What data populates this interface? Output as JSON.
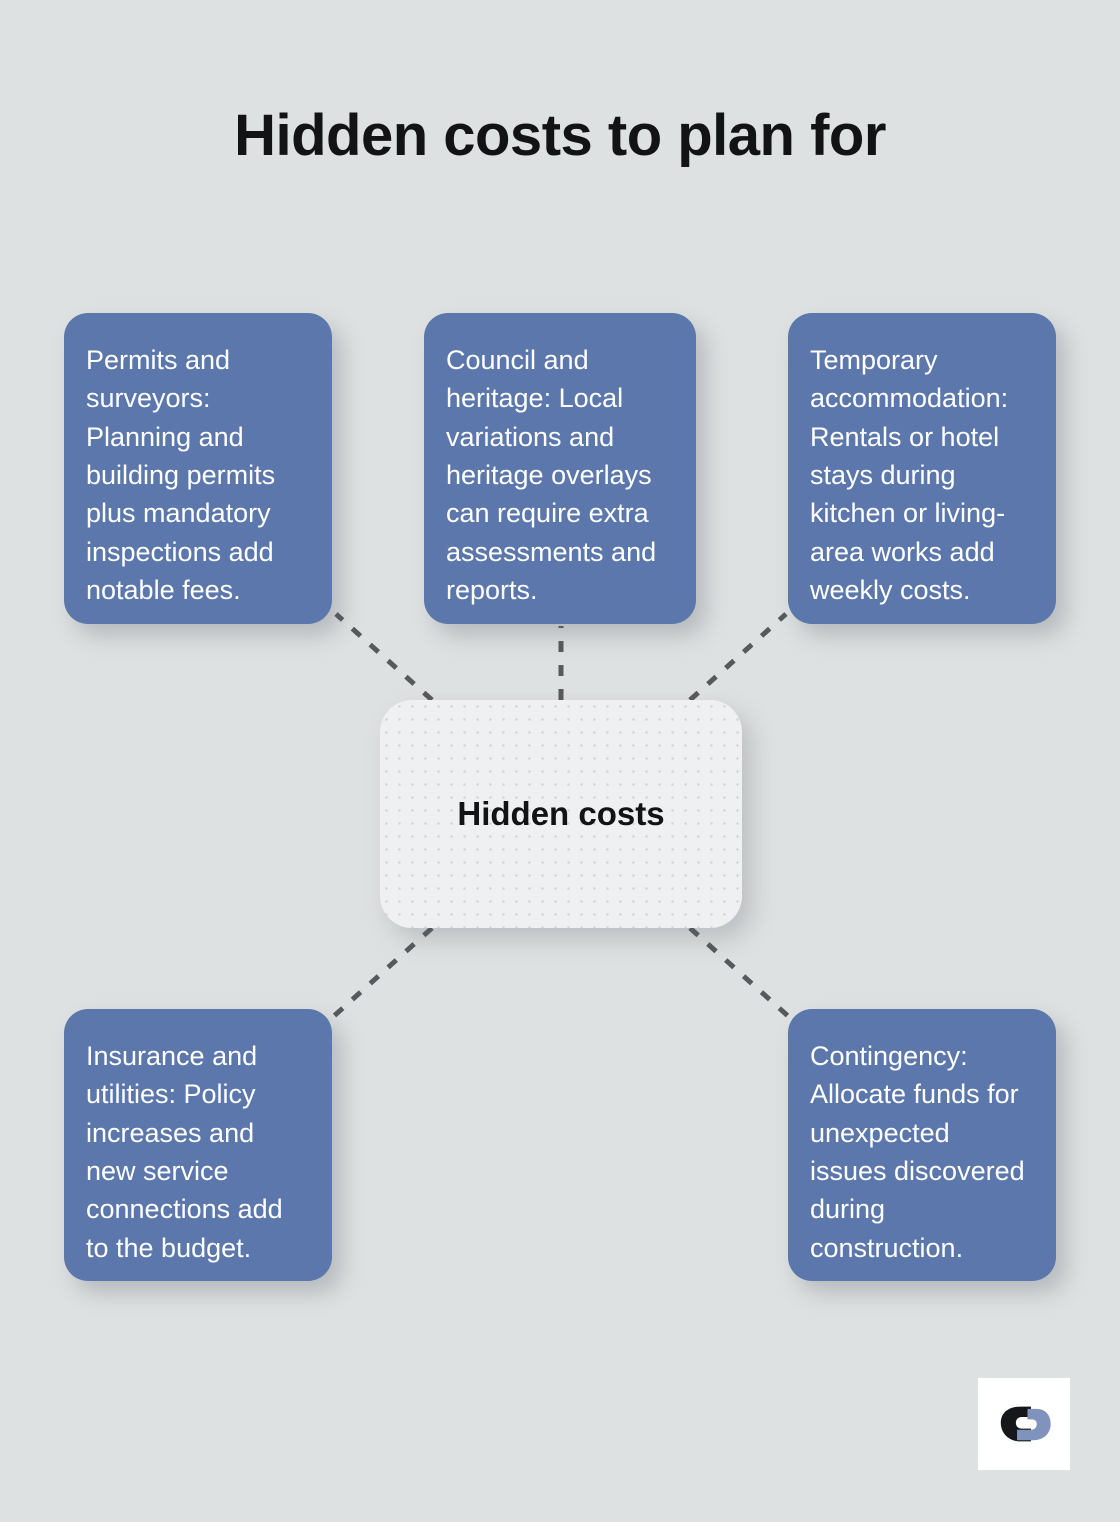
{
  "page": {
    "title": "Hidden costs to plan for",
    "background_color": "#dee1e1"
  },
  "diagram": {
    "type": "hub-and-spoke",
    "accent_color": "#5b77ab",
    "connector_color": "#555a5c",
    "hub": {
      "label": "Hidden costs",
      "background_color": "#eff0f1"
    },
    "nodes": [
      {
        "id": "n1",
        "position": "top-left",
        "text": "Permits and surveyors: Planning and building permits plus mandatory inspections add notable fees."
      },
      {
        "id": "n2",
        "position": "top-center",
        "text": "Council and heritage: Local variations and heritage overlays can require extra assessments and reports."
      },
      {
        "id": "n3",
        "position": "top-right",
        "text": "Temporary accommodation: Rentals or hotel stays during kitchen or living-area works add weekly costs."
      },
      {
        "id": "n4",
        "position": "bottom-left",
        "text": "Insurance and utilities: Policy increases and new service connections add to the budget."
      },
      {
        "id": "n5",
        "position": "bottom-right",
        "text": "Contingency: Allocate funds for unexpected issues discovered during construction."
      }
    ]
  },
  "logo": {
    "name": "brand-logo",
    "dark_color": "#15171a",
    "accent_color": "#7f93bd"
  }
}
